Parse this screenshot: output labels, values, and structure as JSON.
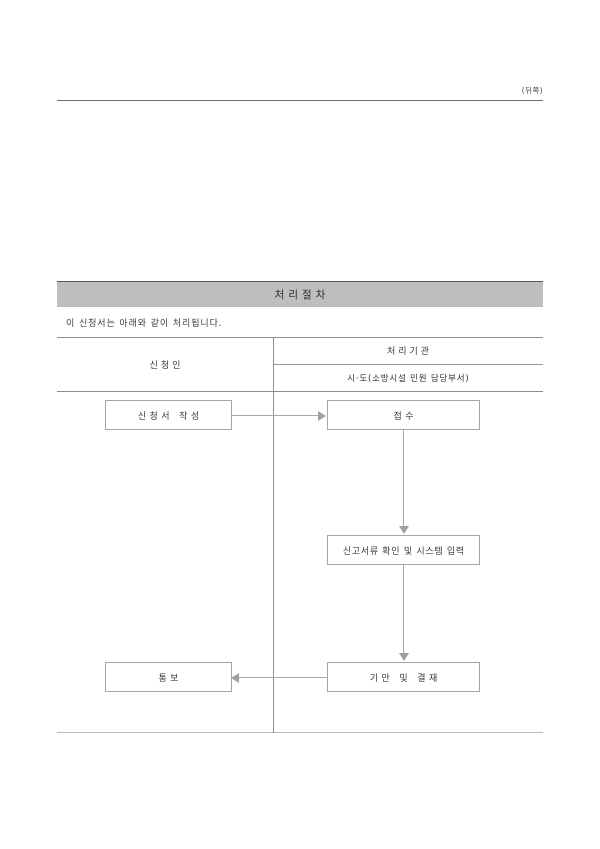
{
  "page": {
    "corner_marker": "(뒤쪽)"
  },
  "section": {
    "title": "처리절차",
    "intro": "이 신청서는 아래와 같이 처리됩니다."
  },
  "table": {
    "columns": [
      {
        "label": "신청인"
      },
      {
        "label": "처리기관",
        "sub_label": "시·도(소방시설 민원 담당부서)"
      }
    ]
  },
  "flow": {
    "boxes": [
      {
        "id": "apply",
        "label": "신청서 작성"
      },
      {
        "id": "accept",
        "label": "접수"
      },
      {
        "id": "verify",
        "label": "신고서류 확인 및 시스템 입력"
      },
      {
        "id": "draft",
        "label": "기안 및 결재"
      },
      {
        "id": "notify",
        "label": "통보"
      }
    ]
  },
  "colors": {
    "header_bar": "#bebebe",
    "rule": "#6d6d6d",
    "box_border": "#a5a5a5",
    "connector": "#a8a8a8",
    "text": "#3b3b3b"
  }
}
